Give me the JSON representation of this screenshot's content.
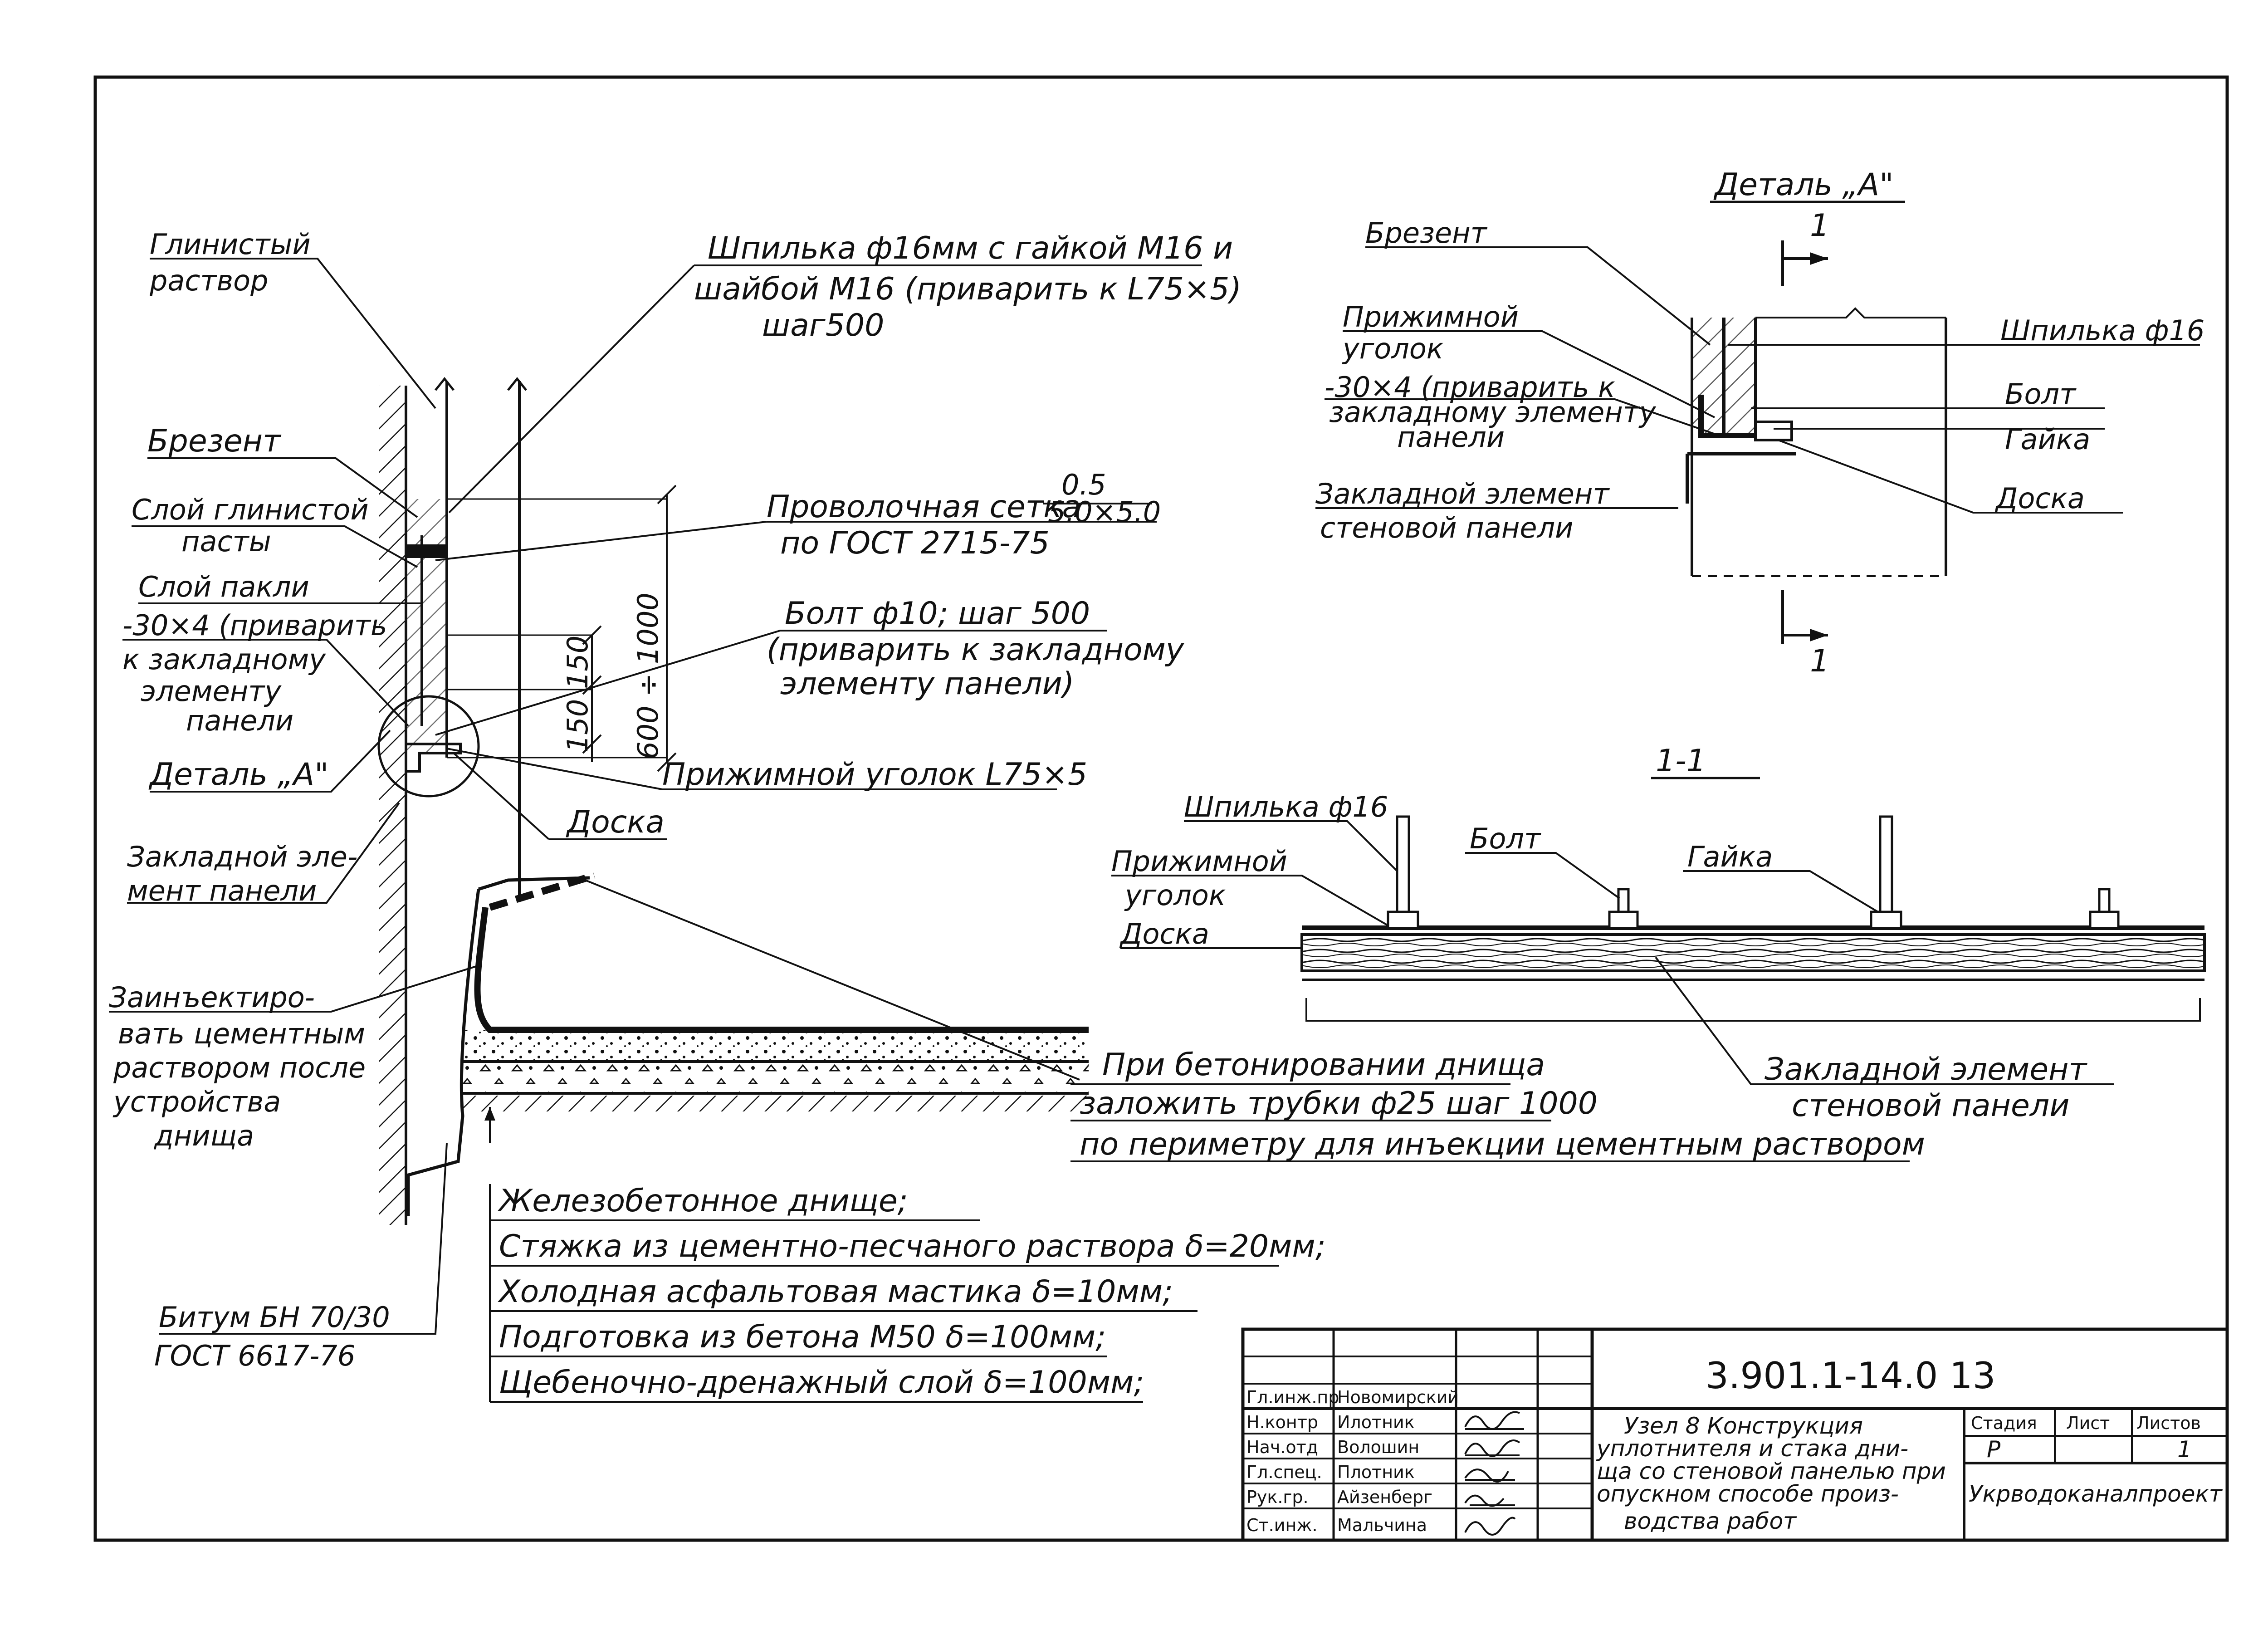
{
  "main_drawing": {
    "label_clay_mortar": [
      "Глинистый",
      "раствор"
    ],
    "label_stud": [
      "Шпилька ф16мм с гайкой М16 и",
      "шайбой М16 (приварить к L75×5)",
      "шаг500"
    ],
    "label_tarp": "Брезент",
    "label_clay_paste": [
      "Слой глинистой",
      "пасты"
    ],
    "label_tow": "Слой пакли",
    "label_strip": [
      "-30×4 (приварить",
      "к закладному",
      "элементу",
      "панели"
    ],
    "label_detail_ref": "Деталь „А\"",
    "label_embedded": [
      "Закладной эле-",
      "мент панели"
    ],
    "label_mesh": [
      "Проволочная сетка",
      "по ГОСТ 2715-75"
    ],
    "mesh_fraction_top": "0.5",
    "mesh_fraction_bottom": "5.0×5.0",
    "label_bolt": [
      "Болт ф10; шаг 500",
      "(приварить к закладному",
      "элементу панели)"
    ],
    "label_clamp_angle": "Прижимной уголок L75×5",
    "label_board": "Доска",
    "label_inject": [
      "Заинъектиро-",
      "вать цементным",
      "раствором после",
      "устройства",
      "днища"
    ],
    "label_pipes": [
      "При бетонировании днища",
      "заложить трубки ф25 шаг 1000",
      "по периметру для инъекции цементным раствором"
    ],
    "label_bitumen": [
      "Битум БН 70/30",
      "ГОСТ 6617-76"
    ],
    "layers": [
      "Железобетонное днище;",
      "Стяжка из цементно-песчаного раствора δ=20мм;",
      "Холодная асфальтовая мастика δ=10мм;",
      "Подготовка из бетона М50 δ=100мм;",
      "Щебеночно-дренажный слой δ=100мм;"
    ],
    "dim_total": "600 ÷ 1000",
    "dim_150a": "150",
    "dim_150b": "150"
  },
  "detail_a": {
    "title": "Деталь „А\"",
    "section_mark": "1",
    "label_tarp": "Брезент",
    "label_clamp": [
      "Прижимной",
      "уголок"
    ],
    "label_strip": [
      "-30×4 (приварить к",
      "закладному элементу",
      "панели"
    ],
    "label_embedded": [
      "Закладной элемент",
      "стеновой панели"
    ],
    "label_stud": "Шпилька ф16",
    "label_bolt": "Болт",
    "label_nut": "Гайка",
    "label_board": "Доска"
  },
  "section_1_1": {
    "title": "1-1",
    "label_stud": "Шпилька ф16",
    "label_bolt": "Болт",
    "label_nut": "Гайка",
    "label_clamp": [
      "Прижимной",
      "уголок"
    ],
    "label_board": "Доска",
    "label_embedded": [
      "Закладной  элемент",
      "стеновой  панели"
    ]
  },
  "title_block": {
    "doc_code": "3.901.1-14.0   13",
    "title": [
      "Узел 8 Конструкция",
      "уплотнителя и стака дни-",
      "ща со стеновой панелью при",
      "опускном способе произ-",
      "водства работ"
    ],
    "stage_header": "Стадия",
    "sheet_header": "Лист",
    "sheets_header": "Листов",
    "stage": "Р",
    "sheet": "",
    "sheets": "1",
    "organization": "Укрводоканалпроект",
    "roles": [
      {
        "role": "Гл.инж.пр",
        "name": "Новомирский"
      },
      {
        "role": "Н.контр",
        "name": "Илотник"
      },
      {
        "role": "Нач.отд",
        "name": "Волошин"
      },
      {
        "role": "Гл.спец.",
        "name": "Плотник"
      },
      {
        "role": "Рук.гр.",
        "name": "Айзенберг"
      },
      {
        "role": "Ст.инж.",
        "name": "Мальчина"
      }
    ]
  }
}
